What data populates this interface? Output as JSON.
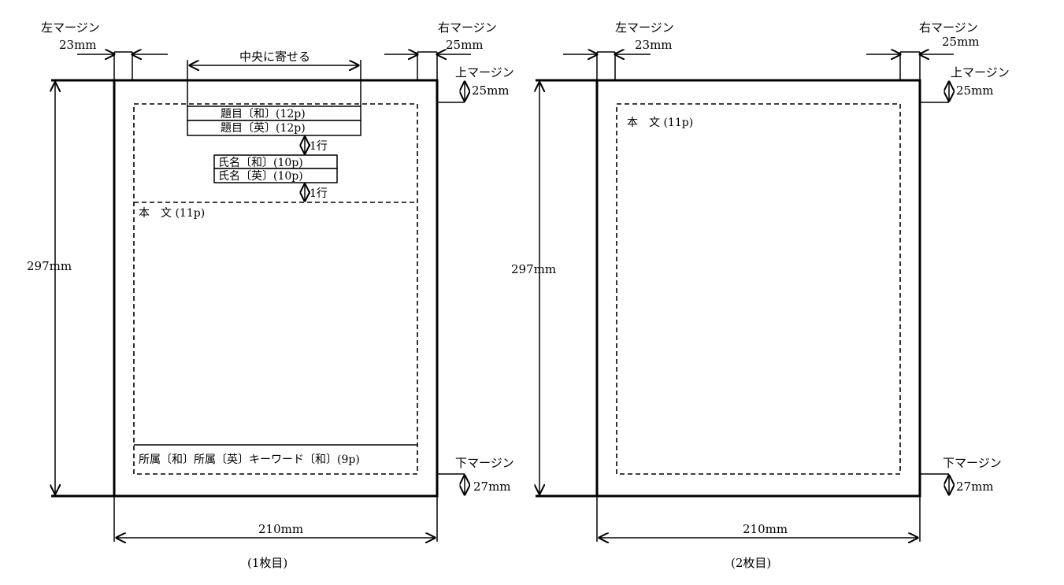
{
  "page1": {
    "left_margin_label": "左マージン",
    "left_margin_value": "23mm",
    "right_margin_label": "右マージン",
    "right_margin_value": "25mm",
    "top_margin_label": "上マージン",
    "top_margin_value": "25mm",
    "bottom_margin_label": "下マージン",
    "bottom_margin_value": "27mm",
    "height_value": "297mm",
    "width_value": "210mm",
    "center_label": "中央に寄せる",
    "title_jp": "題目〔和〕(12p)",
    "title_en": "題目〔英〕(12p)",
    "gap1_label": "1行",
    "name_jp": "氏名〔和〕(10p)",
    "name_en": "氏名〔英〕(10p)",
    "gap2_label": "1行",
    "body_label": "本　文 (11p)",
    "footer_label": "所属〔和〕所属〔英〕キーワード〔和〕(9p)",
    "caption": "(1枚目)"
  },
  "page2": {
    "left_margin_label": "左マージン",
    "left_margin_value": "23mm",
    "right_margin_label": "右マージン",
    "right_margin_value": "25mm",
    "top_margin_label": "上マージン",
    "top_margin_value": "25mm",
    "bottom_margin_label": "下マージン",
    "bottom_margin_value": "27mm",
    "height_value": "297mm",
    "width_value": "210mm",
    "body_label": "本　文 (11p)",
    "caption": "(2枚目)"
  }
}
